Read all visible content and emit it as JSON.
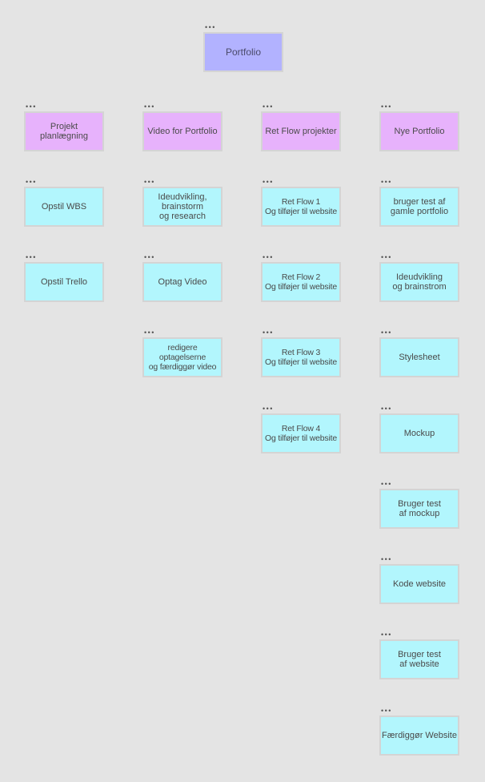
{
  "diagram": {
    "root": {
      "label": "Portfolio",
      "color": "#b2b2ff"
    },
    "columns": [
      {
        "header": {
          "label": "Projekt planlægning",
          "color": "#e7b2fc"
        },
        "items": [
          {
            "label": "Opstil WBS"
          },
          {
            "label": "Opstil Trello"
          }
        ]
      },
      {
        "header": {
          "label": "Video for Portfolio",
          "color": "#e7b2fc"
        },
        "items": [
          {
            "label": "Ideudvikling,\nbrainstorm\nog research"
          },
          {
            "label": "Optag Video"
          },
          {
            "label": "redigere optagelserne\nog færdiggør video"
          }
        ]
      },
      {
        "header": {
          "label": "Ret Flow projekter",
          "color": "#e7b2fc"
        },
        "items": [
          {
            "label": "Ret Flow 1\nOg tilføjer til website"
          },
          {
            "label": "Ret Flow 2\nOg tilføjer til website"
          },
          {
            "label": "Ret Flow 3\nOg tilføjer til website"
          },
          {
            "label": "Ret Flow 4\nOg tilføjer til website"
          }
        ]
      },
      {
        "header": {
          "label": "Nye Portfolio",
          "color": "#e7b2fc"
        },
        "items": [
          {
            "label": "bruger test af\ngamle portfolio"
          },
          {
            "label": "Ideudvikling\nog brainstrom"
          },
          {
            "label": "Stylesheet"
          },
          {
            "label": "Mockup"
          },
          {
            "label": "Bruger test\naf mockup"
          },
          {
            "label": "Kode website"
          },
          {
            "label": "Bruger test\naf website"
          },
          {
            "label": "Færdiggør Website"
          }
        ]
      }
    ],
    "item_color": "#b2f6fd",
    "menu_icon": "ellipsis-icon",
    "menu_glyph": "•••"
  }
}
